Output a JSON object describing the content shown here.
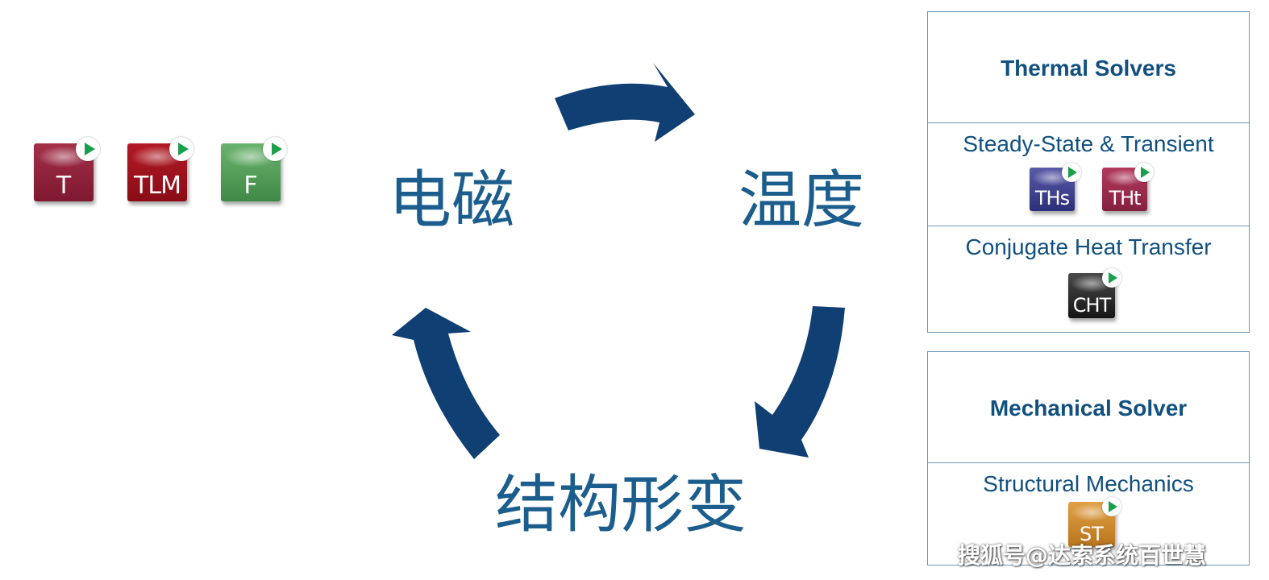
{
  "em_solver_icons": [
    {
      "label": "T",
      "icon": "t-solver-icon"
    },
    {
      "label": "TLM",
      "icon": "tlm-solver-icon"
    },
    {
      "label": "F",
      "icon": "f-solver-icon"
    }
  ],
  "cycle": {
    "node_em": "电磁",
    "node_temperature": "温度",
    "node_structural": "结构形变",
    "arrow_color": "#0f3f73"
  },
  "thermal_panel": {
    "title": "Thermal Solvers",
    "rows": [
      {
        "label": "Steady-State & Transient",
        "icons": [
          {
            "label": "THs"
          },
          {
            "label": "THt"
          }
        ]
      },
      {
        "label": "Conjugate Heat Transfer",
        "icons": [
          {
            "label": "CHT"
          }
        ]
      }
    ]
  },
  "mechanical_panel": {
    "title": "Mechanical Solver",
    "rows": [
      {
        "label": "Structural Mechanics",
        "icons": [
          {
            "label": "ST"
          }
        ]
      }
    ]
  },
  "watermark": "搜狐号@达索系统百世慧",
  "colors": {
    "cn_text": "#1b5d8c",
    "panel_text": "#11507f",
    "panel_border": "#6e95b4",
    "play_green": "#1aa04a"
  }
}
